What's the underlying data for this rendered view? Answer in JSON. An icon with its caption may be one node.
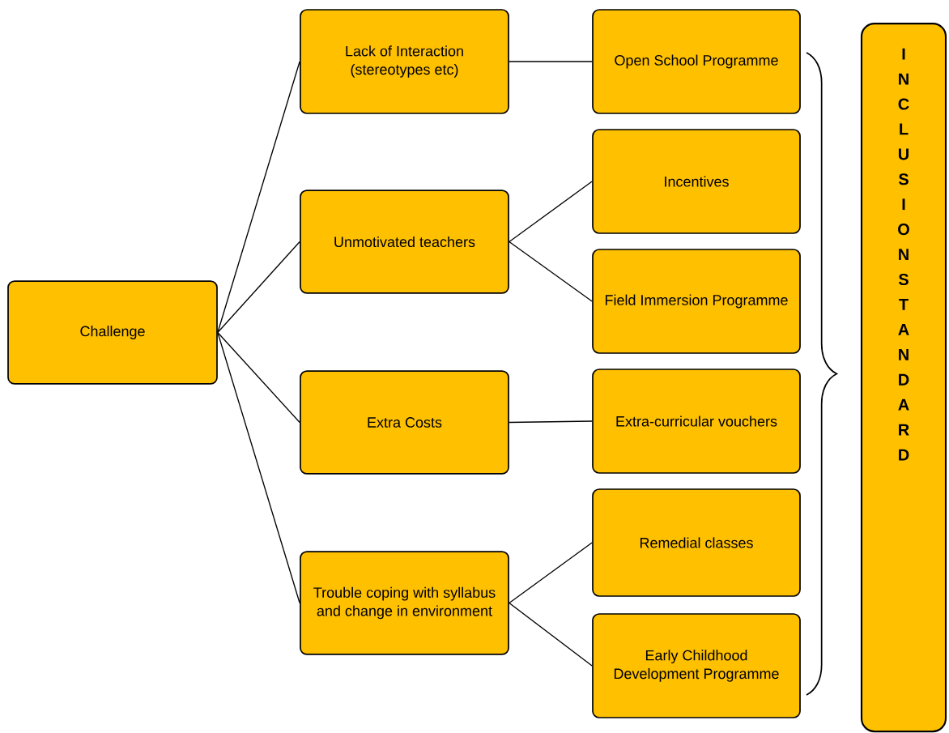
{
  "diagram": {
    "nodes": [
      {
        "text": [
          "Challenge"
        ]
      },
      {
        "text": [
          "Lack of Interaction (stereotypes etc)"
        ]
      },
      {
        "text": [
          "Unmotivated teachers"
        ]
      },
      {
        "text": [
          "Extra Costs"
        ]
      },
      {
        "text": [
          "Trouble coping with syllabus and change in environment"
        ]
      },
      {
        "text": [
          "Open School Programme"
        ]
      },
      {
        "text": [
          "Incentives"
        ]
      },
      {
        "text": [
          "Field Immersion Programme"
        ]
      },
      {
        "text": [
          "Extra-curricular vouchers"
        ]
      },
      {
        "text": [
          "Remedial classes"
        ]
      },
      {
        "text": [
          "Early Childhood Development Programme"
        ]
      },
      {
        "text": [
          "INCLUSION STANDARD"
        ]
      }
    ],
    "edges": [
      {
        "from": 0,
        "to": 1,
        "arrow": "none"
      },
      {
        "from": 0,
        "to": 2,
        "arrow": "none"
      },
      {
        "from": 0,
        "to": 3,
        "arrow": "none"
      },
      {
        "from": 0,
        "to": 4,
        "arrow": "none"
      },
      {
        "from": 1,
        "to": 5,
        "arrow": "none"
      },
      {
        "from": 2,
        "to": 6,
        "arrow": "none"
      },
      {
        "from": 2,
        "to": 7,
        "arrow": "none"
      },
      {
        "from": 3,
        "to": 8,
        "arrow": "none"
      },
      {
        "from": 4,
        "to": 9,
        "arrow": "none"
      },
      {
        "from": 4,
        "to": 10,
        "arrow": "none"
      }
    ]
  }
}
